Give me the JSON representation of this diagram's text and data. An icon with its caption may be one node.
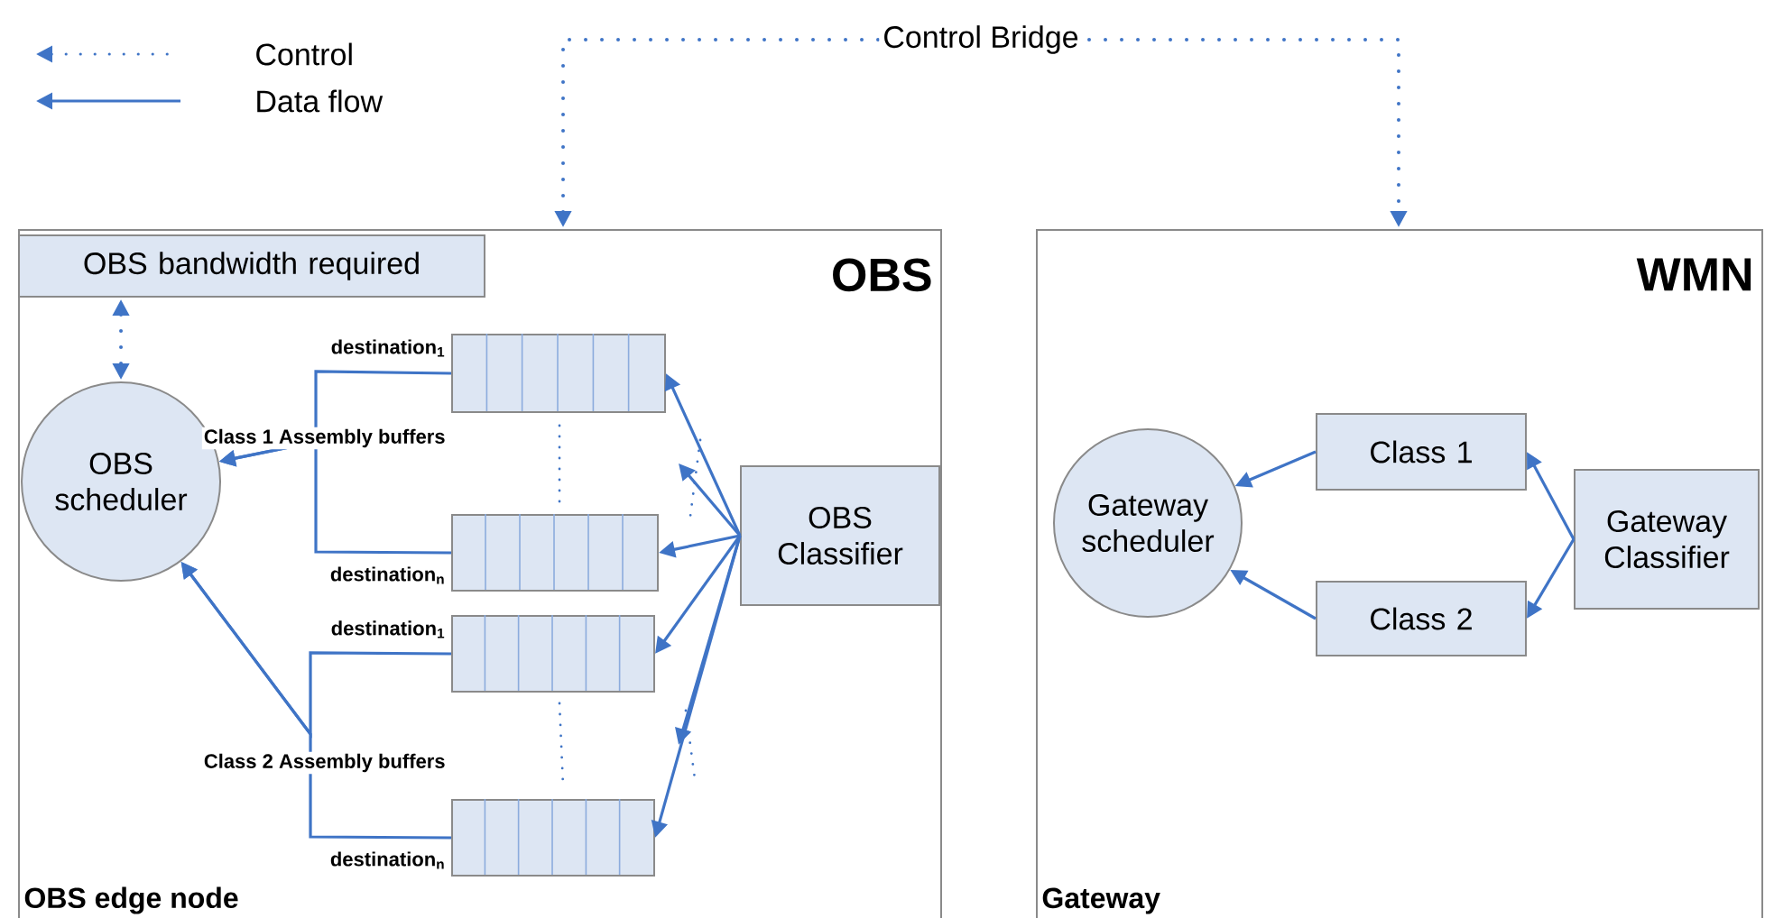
{
  "diagram": {
    "nodes": [
      {
        "text": [
          "OBS",
          "OBS edge node"
        ]
      },
      {
        "text": [
          "OBS bandwidth required"
        ],
        "in": 0
      },
      {
        "text": [
          "OBS scheduler"
        ],
        "in": 0
      },
      {
        "text": [],
        "shape": "box",
        "in": 0,
        "beside": [
          "destination$_{1}$"
        ]
      },
      {
        "text": [],
        "shape": "box",
        "in": 0,
        "beside": [
          "destination$_{n}$"
        ]
      },
      {
        "text": [],
        "shape": "box",
        "in": 0,
        "beside": [
          "destination$_{1}$"
        ]
      },
      {
        "text": [],
        "shape": "box",
        "in": 0,
        "beside": [
          "destination$_{n}$"
        ]
      },
      {
        "text": [
          "OBS Classifier"
        ],
        "in": 0
      },
      {
        "text": [
          "WMN",
          "Gateway"
        ]
      },
      {
        "text": [
          "Gateway scheduler"
        ],
        "in": 8
      },
      {
        "text": [
          "Class 1"
        ],
        "in": 8
      },
      {
        "text": [
          "Class 2"
        ],
        "in": 8
      },
      {
        "text": [
          "Gateway Classifier"
        ],
        "in": 8
      }
    ],
    "edges": [
      {
        "from": 0,
        "to": 8,
        "arrow": "both",
        "style": "dashed",
        "label": "Control Bridge"
      },
      {
        "from": 1,
        "to": 2,
        "arrow": "both",
        "style": "dashed"
      },
      {
        "from": 3,
        "to": 2,
        "arrow": "to"
      },
      {
        "from": 4,
        "to": 2,
        "arrow": "to"
      },
      {
        "from": 5,
        "to": 2,
        "arrow": "to"
      },
      {
        "from": 6,
        "to": 2,
        "arrow": "to"
      },
      {
        "from": 7,
        "to": 3,
        "arrow": "to"
      },
      {
        "from": 7,
        "to": null,
        "arrow": "to"
      },
      {
        "from": 7,
        "to": 4,
        "arrow": "to"
      },
      {
        "from": 7,
        "to": 5,
        "arrow": "to"
      },
      {
        "from": 7,
        "to": null,
        "arrow": "to"
      },
      {
        "from": 7,
        "to": 6,
        "arrow": "to"
      },
      {
        "from": 10,
        "to": 9,
        "arrow": "to"
      },
      {
        "from": 11,
        "to": 9,
        "arrow": "to"
      },
      {
        "from": 12,
        "to": 10,
        "arrow": "to"
      },
      {
        "from": 12,
        "to": 11,
        "arrow": "to"
      }
    ],
    "labels": [
      "Class 1 Assembly buffers",
      "Class 2 Assembly buffers"
    ],
    "legend": [
      {
        "text": "Control"
      },
      {
        "text": "Data flow"
      }
    ]
  }
}
